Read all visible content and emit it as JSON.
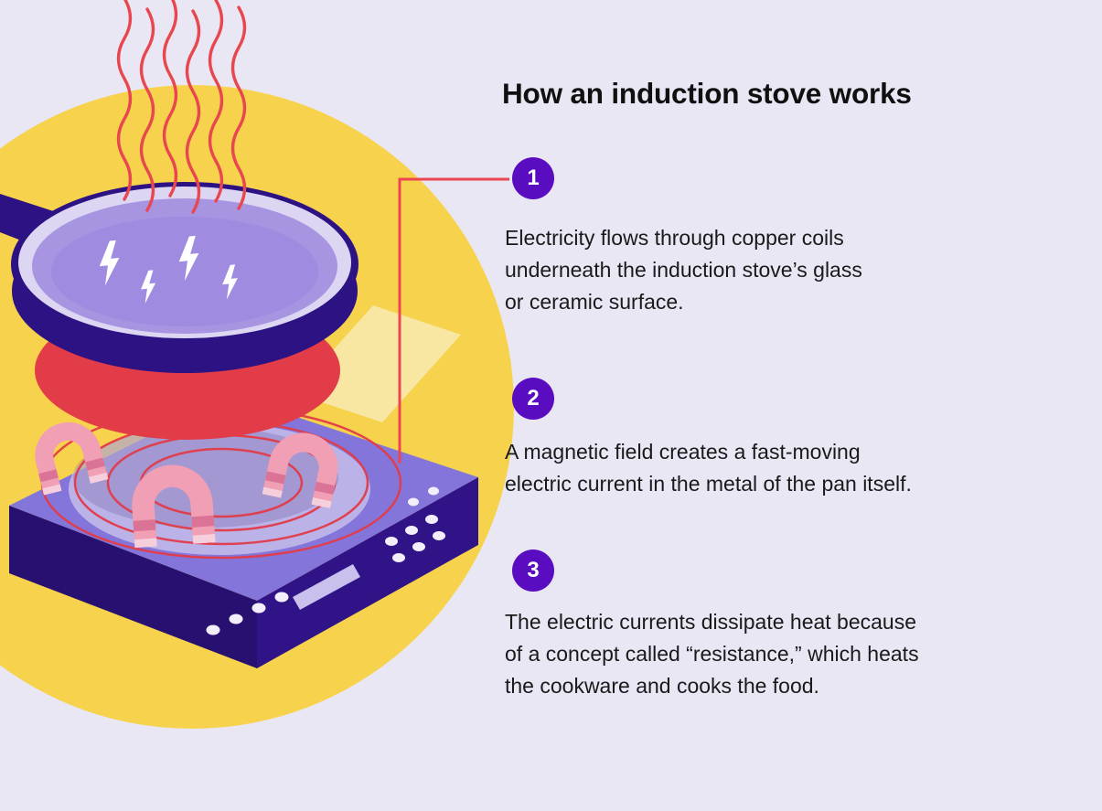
{
  "infographic": {
    "title": "How an induction stove works",
    "steps": [
      {
        "number": "1",
        "text": "Electricity flows through copper coils\nunderneath the induction stove’s glass\nor ceramic surface."
      },
      {
        "number": "2",
        "text": "A magnetic field creates a fast-moving\nelectric current in the metal of the pan itself."
      },
      {
        "number": "3",
        "text": "The electric currents dissipate heat because\nof a concept called “resistance,” which heats\nthe cookware and cooks the food."
      }
    ],
    "colors": {
      "background": "#E9E7F4",
      "accent_yellow": "#F7D24C",
      "badge_purple": "#5A0CC0",
      "deep_indigo": "#2C1283",
      "stove_left_face": "#27106F",
      "stove_right_face": "#301387",
      "stove_top_purple": "#8375DA",
      "pan_interior_purple": "#A795E2",
      "pan_rim_light": "#DDD6F3",
      "coil_red": "#E23C49",
      "steam_red": "#E8474F",
      "magnet_pink": "#F09FB4",
      "magnet_stripe": "#DB7397",
      "text_dark": "#1A1A1A"
    },
    "illustration": {
      "parts": [
        "yellow-circle-backdrop",
        "steam-lines",
        "pan-handle",
        "heating-coil-torus",
        "frying-pan",
        "lightning-bolts",
        "induction-stove-base",
        "glass-surface-highlight",
        "coil-field-rings",
        "horseshoe-magnets",
        "control-panel-display",
        "control-panel-dots",
        "callout-connector-line"
      ]
    }
  }
}
